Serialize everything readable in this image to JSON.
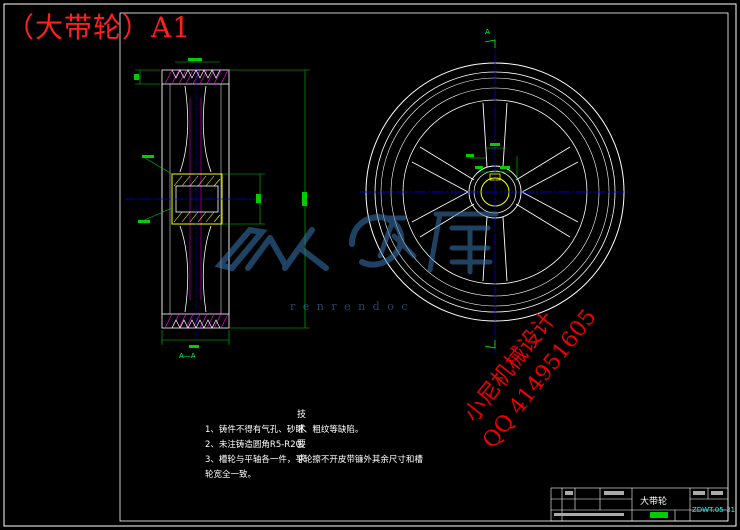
{
  "drawing_title": "（大带轮）A1",
  "section_label": "A—A",
  "view_mark": "A",
  "tech_requirements": {
    "heading": "技术要求",
    "lines": [
      "1、铸件不得有气孔、砂眼、粗纹等缺陷。",
      "2、未注铸造圆角R5-R20。",
      "3、槽轮与平轴各一件，平轮擦不开皮带镰外其余尺寸和槽",
      "轮宽全一致。"
    ]
  },
  "watermark": {
    "site": "人人文库",
    "url": "r e n r e n d o c",
    "shop": "小尼机械设计",
    "qq": "QQ 414951605"
  },
  "title_block": {
    "part_name": "大带轮",
    "drawing_no": "ZDWT.05-31"
  },
  "colors": {
    "background": "#000000",
    "outline": "#ffffff",
    "dimension": "#00ff00",
    "centerline": "#0000ff",
    "hatch": "#ff00ff",
    "hub_fill": "#ffff00",
    "watermark": "#ff0000"
  }
}
